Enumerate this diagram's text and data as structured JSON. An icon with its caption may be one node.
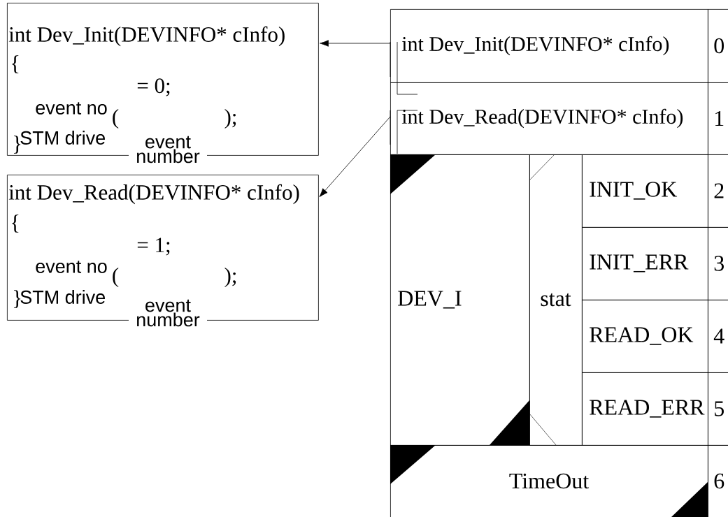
{
  "diagram": {
    "nodes": [
      {
        "text": [
          "int Dev_Init(DEVINFO* cInfo)",
          "{",
          "= 0;",
          "event no",
          "(",
          ");",
          "}",
          "STM drive",
          "event number"
        ]
      },
      {
        "text": [
          "int Dev_Read(DEVINFO* cInfo)",
          "{",
          "= 1;",
          "event no",
          "(",
          ");",
          "}",
          "STM drive",
          "event number"
        ]
      },
      {
        "text": [
          "int Dev_Init(DEVINFO* cInfo)"
        ]
      },
      {
        "text": [
          "0"
        ]
      },
      {
        "text": [
          "int Dev_Read(DEVINFO* cInfo)"
        ]
      },
      {
        "text": [
          "1"
        ]
      },
      {
        "text": [
          "DEV_I"
        ]
      },
      {
        "text": [
          "stat"
        ]
      },
      {
        "text": [
          "INIT_OK"
        ]
      },
      {
        "text": [
          "2"
        ]
      },
      {
        "text": [
          "INIT_ERR"
        ]
      },
      {
        "text": [
          "3"
        ]
      },
      {
        "text": [
          "READ_OK"
        ]
      },
      {
        "text": [
          "4"
        ]
      },
      {
        "text": [
          "READ_ERR"
        ]
      },
      {
        "text": [
          "5"
        ]
      },
      {
        "text": [
          "TimeOut"
        ]
      },
      {
        "text": [
          "6"
        ]
      }
    ],
    "edges": [
      {
        "from": 2,
        "to": 0,
        "arrow": "to"
      },
      {
        "from": 4,
        "to": 1,
        "arrow": "to"
      }
    ]
  }
}
